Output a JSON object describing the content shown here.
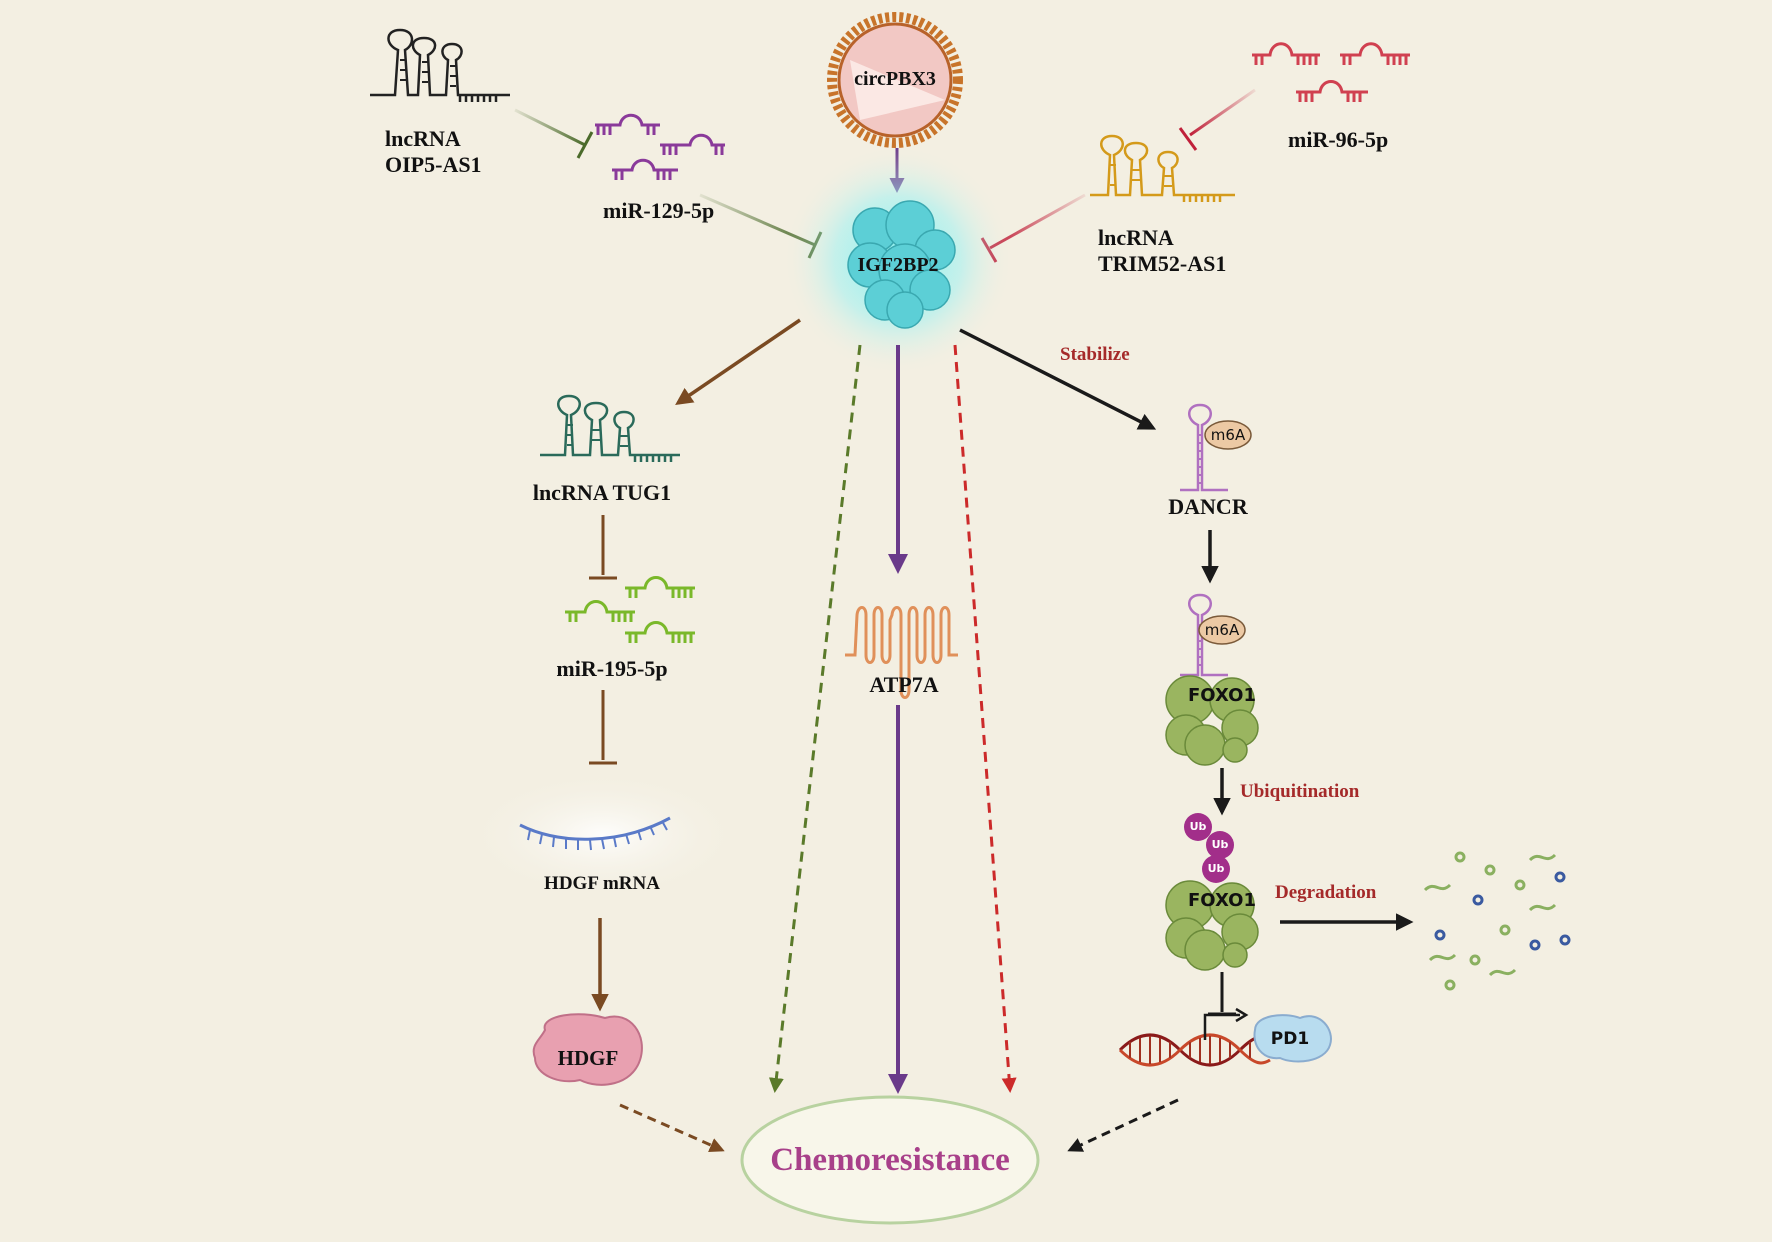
{
  "labels": {
    "circpbx3": "circPBX3",
    "igf2bp2": "IGF2BP2",
    "oip5_as1": "lncRNA\nOIP5-AS1",
    "mir129": "miR-129-5p",
    "mir96": "miR-96-5p",
    "trim52_as1": "lncRNA\nTRIM52-AS1",
    "stabilize": "Stabilize",
    "tug1": "lncRNA TUG1",
    "mir195": "miR-195-5p",
    "hdgf_mrna": "HDGF mRNA",
    "hdgf": "HDGF",
    "atp7a": "ATP7A",
    "dancr": "DANCR",
    "m6a_1": "m6A",
    "m6a_2": "m6A",
    "foxo1_1": "FOXO1",
    "foxo1_2": "FOXO1",
    "ubiquitination": "Ubiquitination",
    "ub1": "Ub",
    "ub2": "Ub",
    "ub3": "Ub",
    "degradation": "Degradation",
    "pd1": "PD1",
    "chemoresistance": "Chemoresistance"
  },
  "colors": {
    "background": "#f3efe2",
    "green_inhibit": "#4a6a2a",
    "red_inhibit": "#c0203a",
    "brown_arrow": "#7a4a22",
    "purple_arrow": "#6a3a8a",
    "black_arrow": "#1a1a1a",
    "olive_dashed": "#5a7a2a",
    "red_dashed": "#cc2a2a",
    "chemo_text": "#a8408a",
    "label_red": "#a52a2a"
  }
}
